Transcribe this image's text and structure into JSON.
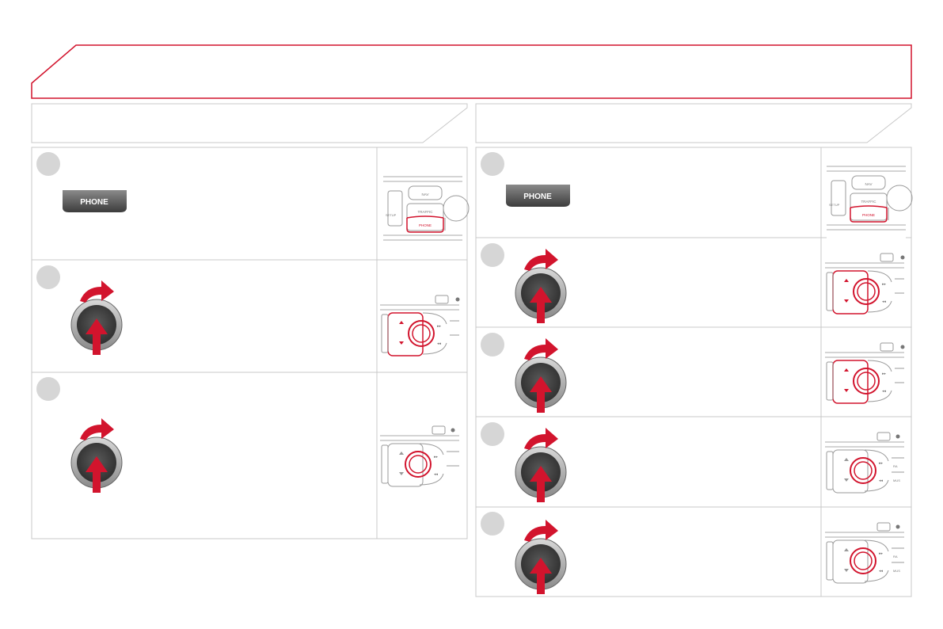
{
  "page": {
    "accent_color": "#d2142d",
    "border_color": "#b9b9b9",
    "dial_color": "#3a3a3a"
  },
  "phone_button": {
    "label": "PHONE"
  },
  "panel_labels": {
    "nav": "NAV",
    "traffic": "TRAFFIC",
    "phone": "PHONE",
    "setup": "SETUP",
    "ra": "RA",
    "mus": "MUS"
  },
  "columns": [
    {
      "steps": [
        "press-phone",
        "rotate-dial",
        "rotate-dial"
      ]
    },
    {
      "steps": [
        "press-phone",
        "rotate-dial",
        "rotate-dial",
        "rotate-dial",
        "rotate-dial"
      ]
    }
  ]
}
